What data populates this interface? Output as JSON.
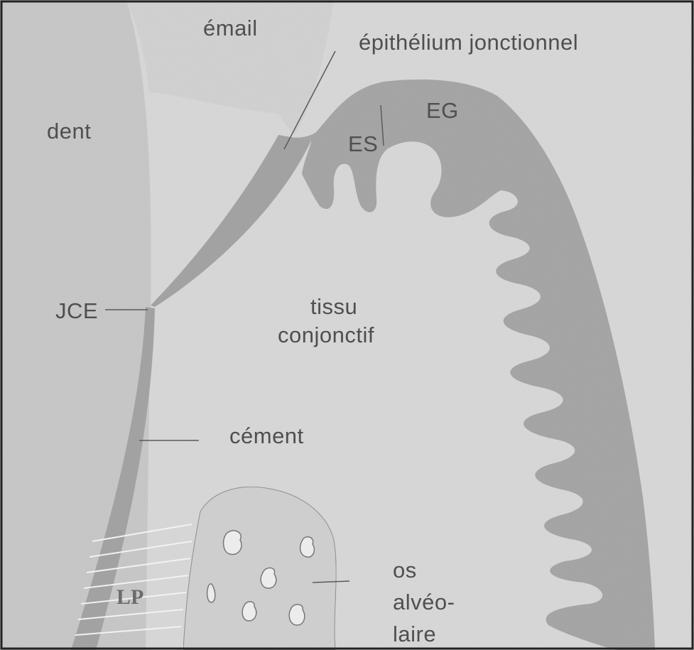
{
  "labels": {
    "email": "émail",
    "epithelium": "épithélium jonctionnel",
    "dent": "dent",
    "eg": "EG",
    "es": "ES",
    "jce": "JCE",
    "tissu_line1": "tissu",
    "tissu_line2": "conjonctif",
    "cement": "cément",
    "os_line1": "os",
    "os_line2": "alvéo-",
    "os_line3": "laire",
    "lp": "LP"
  },
  "colors": {
    "background": "#d9d9d9",
    "tooth": "#c7c7c7",
    "enamel": "#d2d2d2",
    "epithelium": "#a2a2a2",
    "bone": "#d0d0d0",
    "leader_lines": "#5a5a5a",
    "frame": "#222222"
  }
}
